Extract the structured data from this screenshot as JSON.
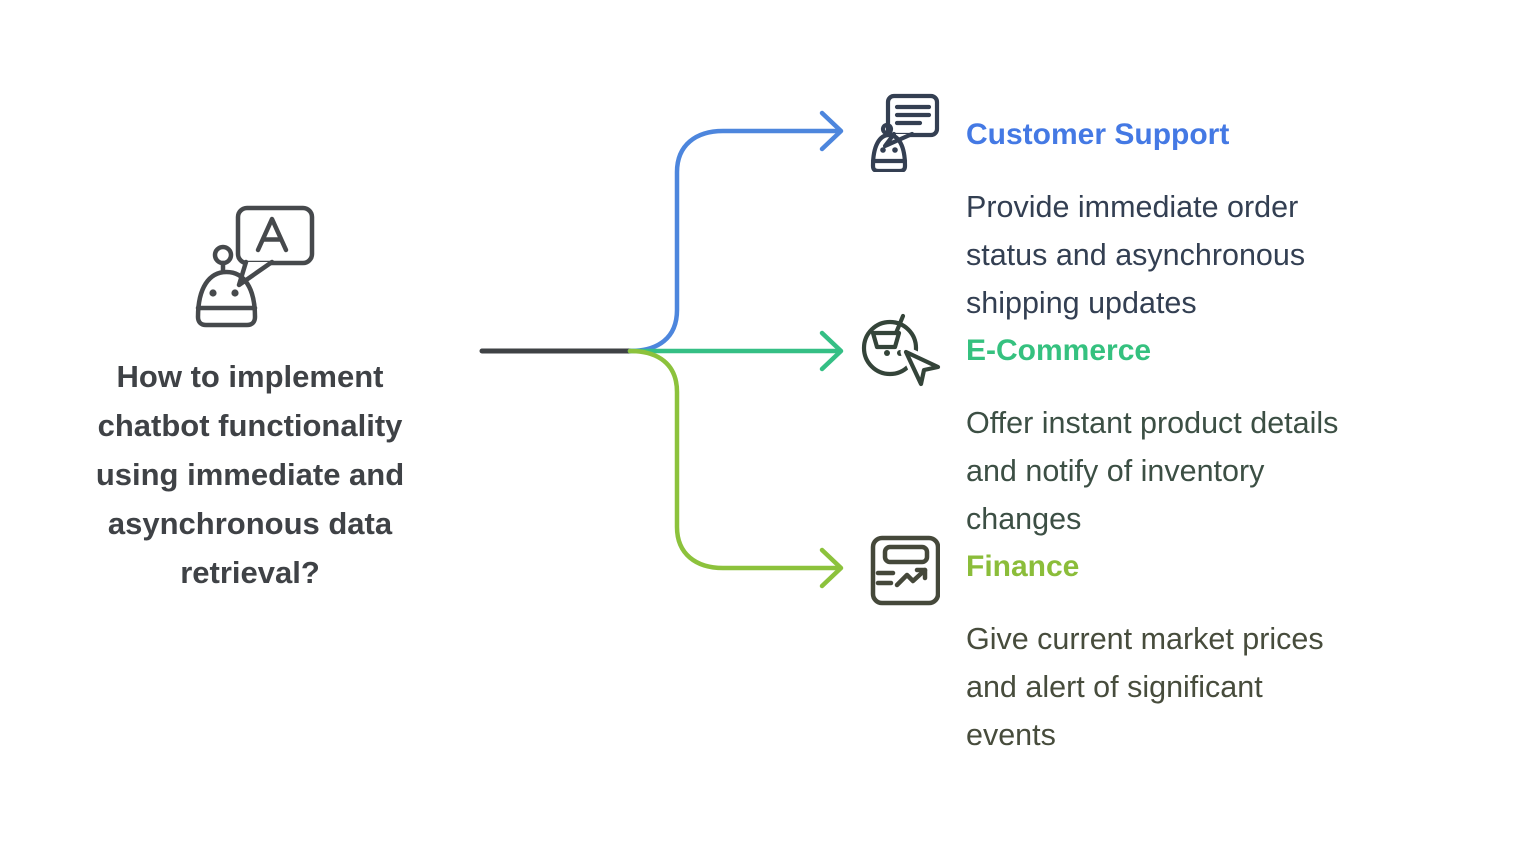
{
  "question": {
    "text": "How to implement\nchatbot functionality\nusing immediate and\nasynchronous data\nretrieval?"
  },
  "root_icon": "chatbot-speech-bubble-icon",
  "branches": [
    {
      "label": "Customer Support",
      "description": "Provide immediate order\nstatus and asynchronous\nshipping updates",
      "label_color": "#4479E4",
      "line_color": "#4D86DD",
      "icon": "robot-chat-message-icon"
    },
    {
      "label": "E-Commerce",
      "description": "Offer instant product details\nand notify of inventory\nchanges",
      "label_color": "#35C17F",
      "line_color": "#35BF85",
      "icon": "shopping-cart-cursor-icon"
    },
    {
      "label": "Finance",
      "description": "Give current market prices\nand alert of significant\nevents",
      "label_color": "#8BBD3A",
      "line_color": "#8CC23C",
      "icon": "finance-trend-chart-icon"
    }
  ],
  "colors": {
    "background": "#FFFFFF",
    "stem_line": "#3F4245",
    "question_text": "#3F4246"
  }
}
